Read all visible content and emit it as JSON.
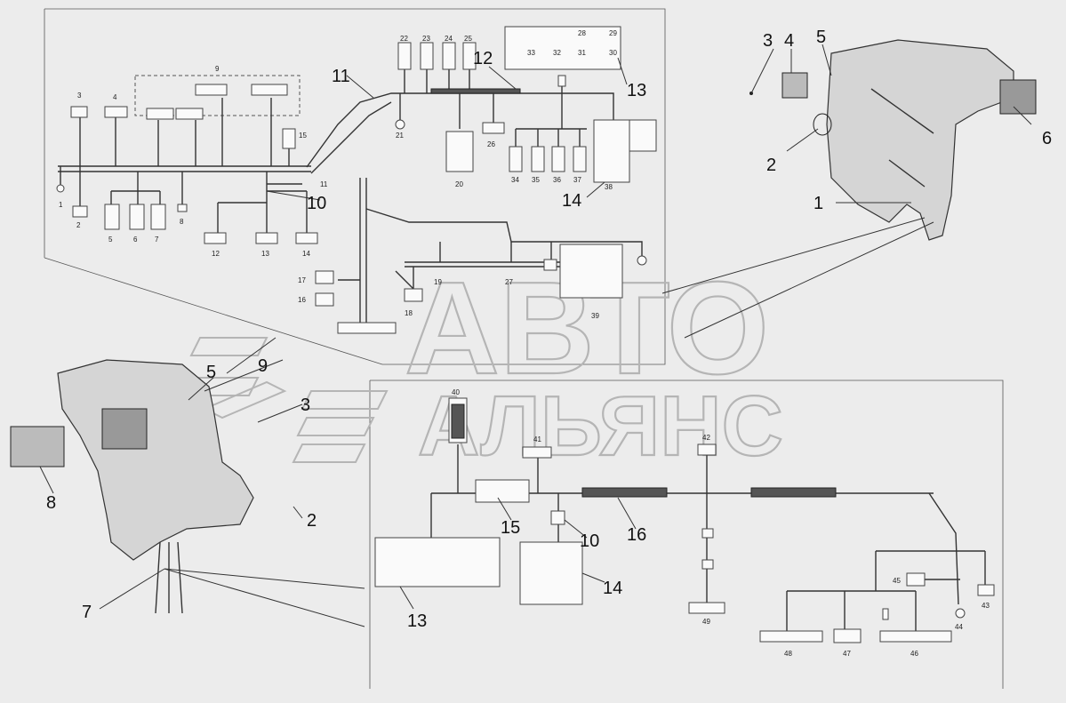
{
  "watermark": {
    "line1": "АВТО",
    "line2": "АЛЬЯНС"
  },
  "callouts": {
    "c1": "1",
    "c2": "2",
    "c3": "3",
    "c4": "4",
    "c5": "5",
    "c6": "6",
    "c7": "7",
    "c8": "8",
    "c9": "9",
    "c10a": "10",
    "c10b": "10",
    "c11": "11",
    "c12": "12",
    "c13a": "13",
    "c13b": "13",
    "c14a": "14",
    "c14b": "14",
    "c15": "15",
    "c16": "16",
    "c2b": "2",
    "c3b": "3",
    "c5b": "5"
  },
  "connectors": {
    "n1": "1",
    "n2": "2",
    "n3": "3",
    "n4": "4",
    "n5": "5",
    "n6": "6",
    "n7": "7",
    "n8": "8",
    "n9": "9",
    "n11": "11",
    "n12": "12",
    "n13": "13",
    "n14": "14",
    "n15": "15",
    "n16": "16",
    "n17": "17",
    "n18": "18",
    "n19": "19",
    "n20": "20",
    "n21": "21",
    "n22": "22",
    "n23": "23",
    "n24": "24",
    "n25": "25",
    "n26": "26",
    "n27": "27",
    "n28": "28",
    "n29": "29",
    "n30": "30",
    "n31": "31",
    "n32": "32",
    "n33": "33",
    "n34": "34",
    "n35": "35",
    "n36": "36",
    "n37": "37",
    "n38": "38",
    "n39": "39",
    "n40": "40",
    "n41": "41",
    "n42": "42",
    "n43": "43",
    "n44": "44",
    "n45": "45",
    "n46": "46",
    "n47": "47",
    "n48": "48",
    "n49": "49"
  }
}
